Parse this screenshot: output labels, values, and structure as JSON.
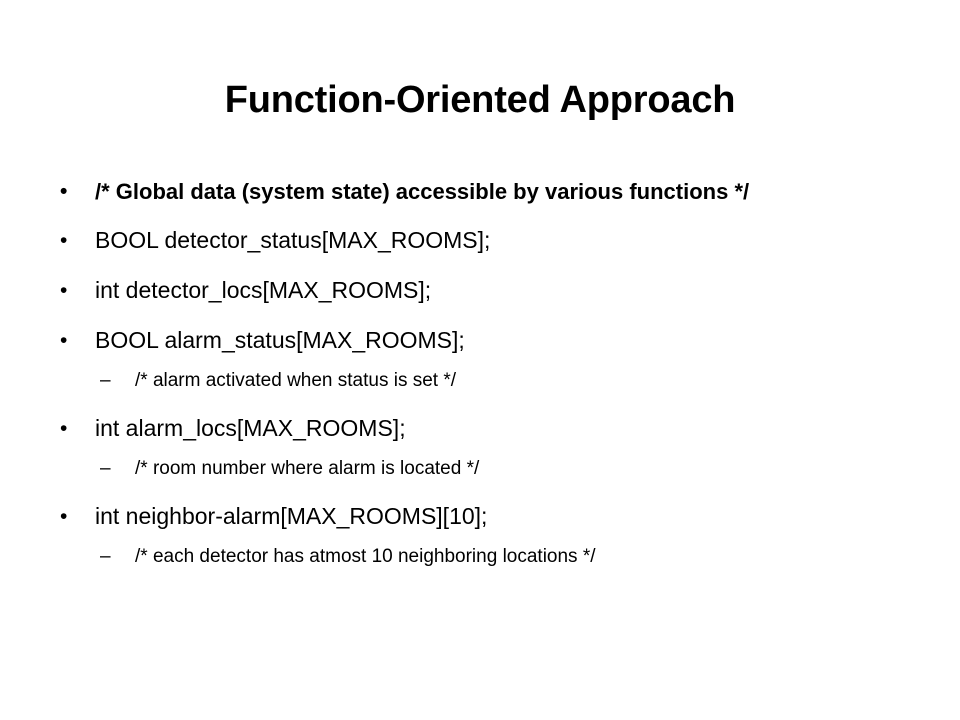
{
  "slide": {
    "title": "Function-Oriented Approach",
    "bullet_symbol": "•",
    "sub_bullet_symbol": "–",
    "items": [
      {
        "level": 1,
        "bold": true,
        "text": "/* Global data (system state) accessible by various functions */"
      },
      {
        "level": 1,
        "bold": false,
        "text": "BOOL detector_status[MAX_ROOMS];"
      },
      {
        "level": 1,
        "bold": false,
        "text": "int detector_locs[MAX_ROOMS];"
      },
      {
        "level": 1,
        "bold": false,
        "text": "BOOL alarm_status[MAX_ROOMS];"
      },
      {
        "level": 2,
        "bold": false,
        "text": "/* alarm activated when status is set */"
      },
      {
        "level": 1,
        "bold": false,
        "text": "int alarm_locs[MAX_ROOMS];"
      },
      {
        "level": 2,
        "bold": false,
        "text": "/* room number where alarm is located */"
      },
      {
        "level": 1,
        "bold": false,
        "text": "int neighbor-alarm[MAX_ROOMS][10];"
      },
      {
        "level": 2,
        "bold": false,
        "text": "/* each detector has atmost 10 neighboring locations */"
      }
    ]
  }
}
